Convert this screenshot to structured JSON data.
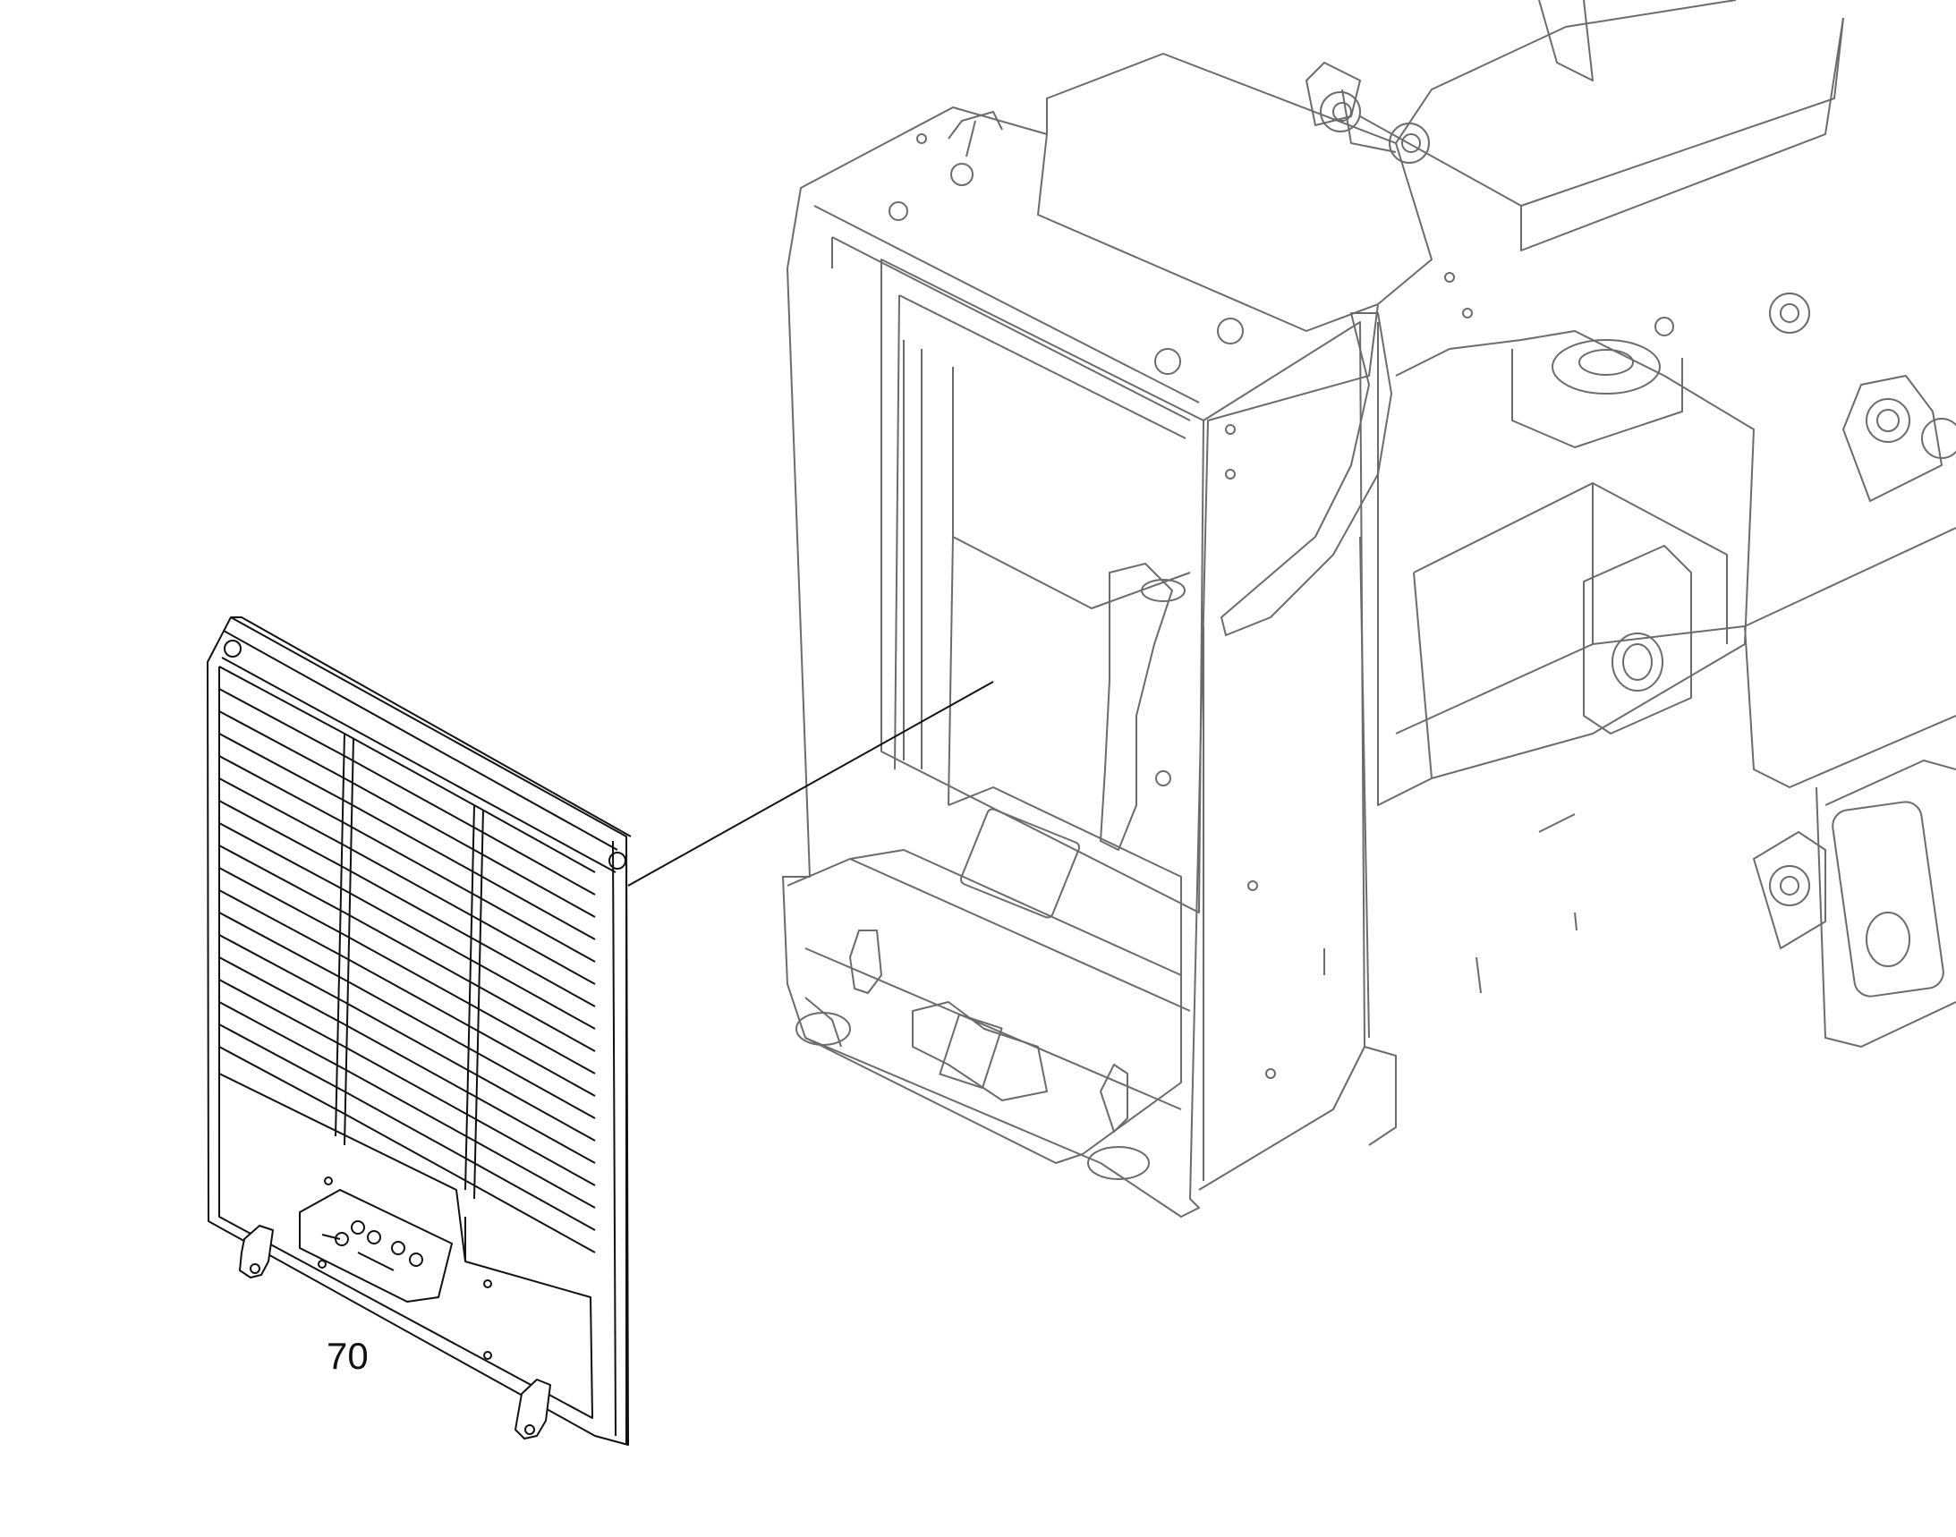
{
  "diagram": {
    "type": "exploded-parts-illustration",
    "callouts": [
      {
        "label": "70",
        "part": "front grille"
      }
    ],
    "colors": {
      "line": "#111111",
      "frame_line": "#6b6b6b",
      "background": "#ffffff"
    }
  }
}
